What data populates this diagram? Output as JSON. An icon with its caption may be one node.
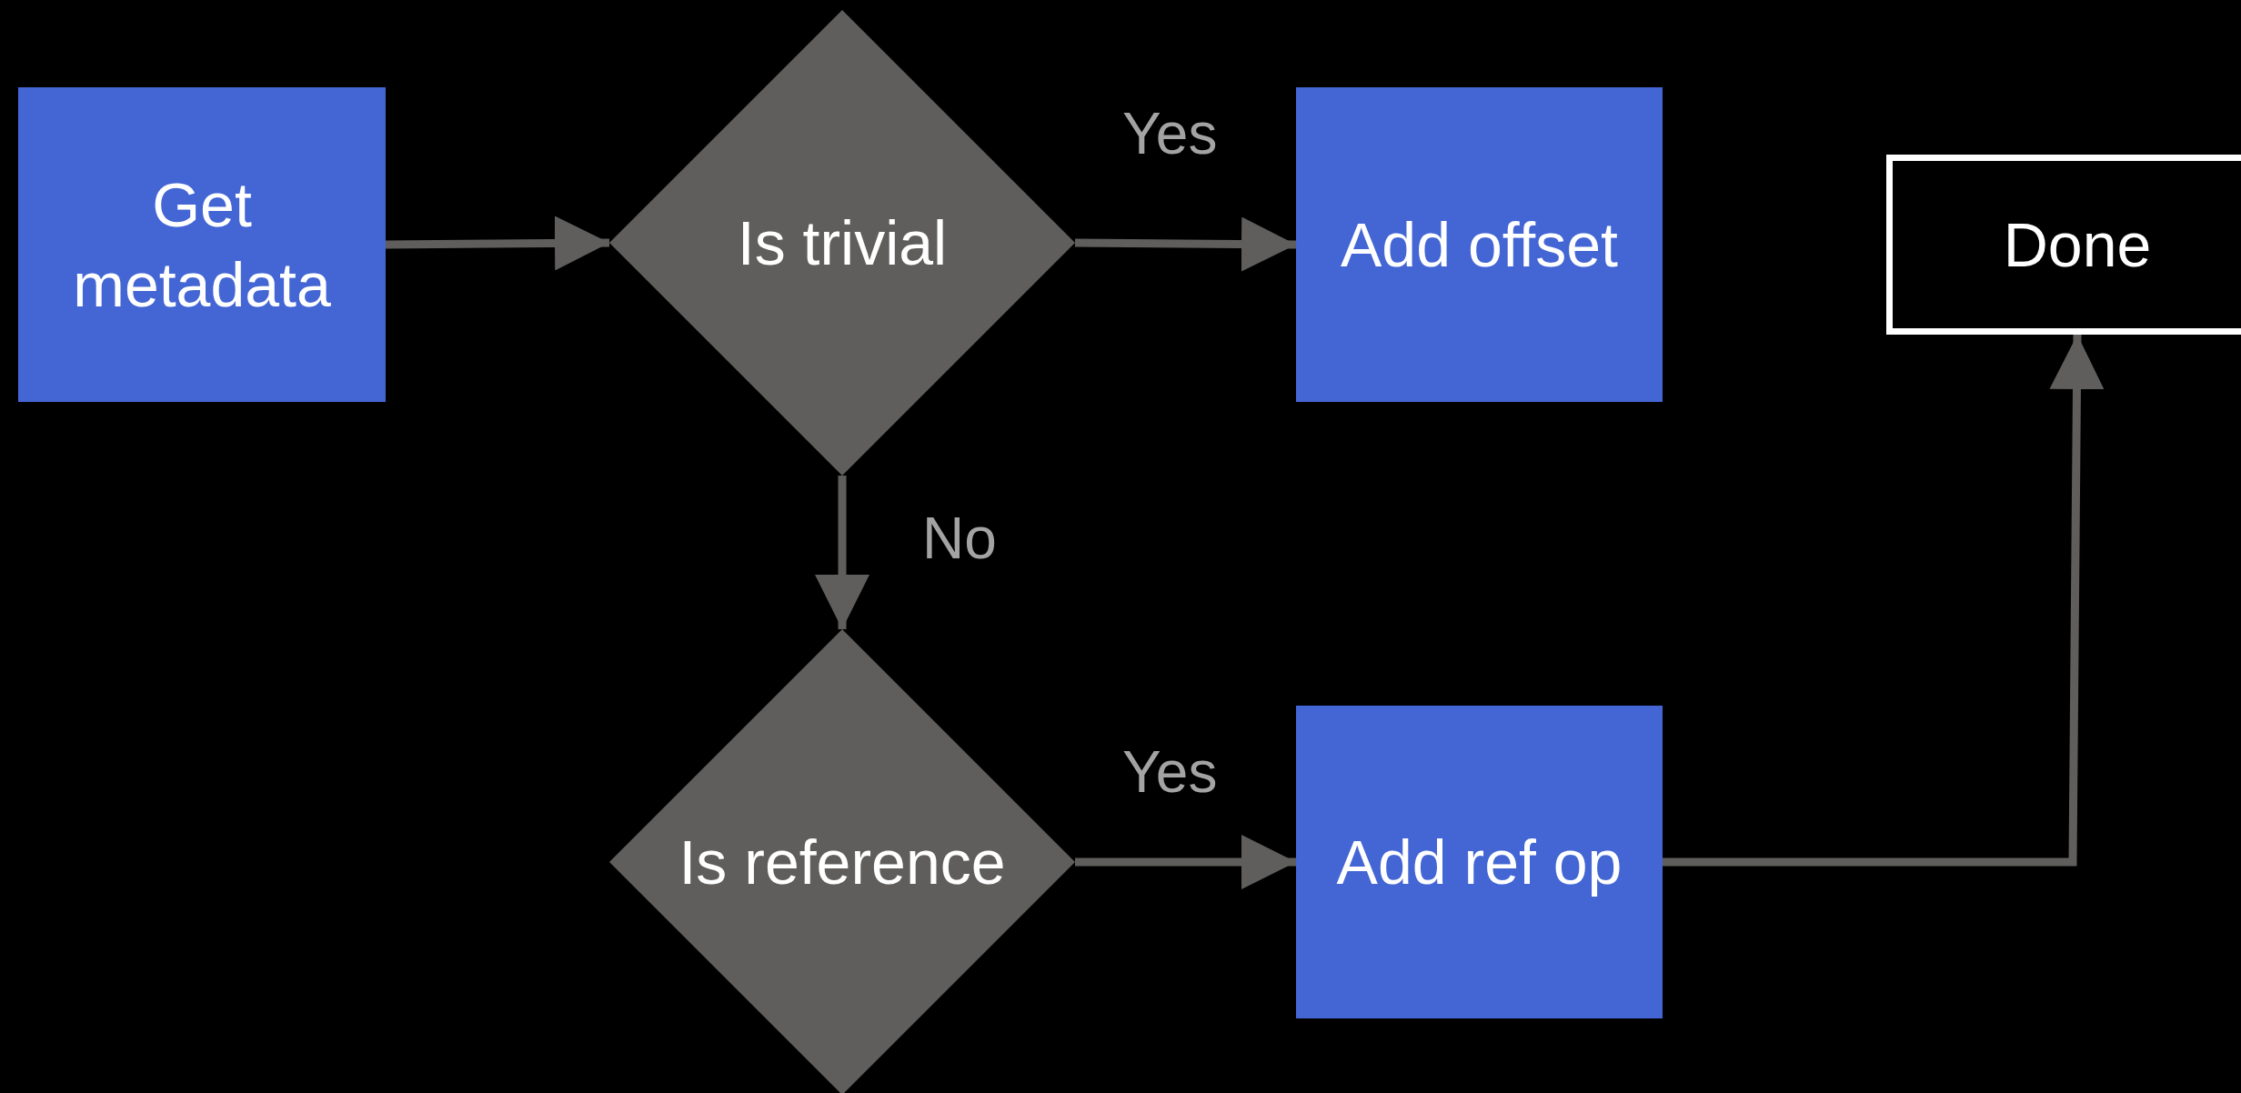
{
  "diagram": {
    "nodes": [
      {
        "text": [
          "Get metadata"
        ]
      },
      {
        "text": [
          "Is trivial"
        ]
      },
      {
        "text": [
          "Add offset"
        ]
      },
      {
        "text": [
          "Done"
        ]
      },
      {
        "text": [
          "Is reference"
        ]
      },
      {
        "text": [
          "Add ref op"
        ]
      }
    ],
    "edges": [
      {
        "from": 0,
        "to": 1,
        "arrow": "to"
      },
      {
        "from": 1,
        "to": 2,
        "arrow": "to",
        "label": "Yes"
      },
      {
        "from": 1,
        "to": 4,
        "arrow": "to",
        "label": "No"
      },
      {
        "from": 4,
        "to": 5,
        "arrow": "to",
        "label": "Yes"
      },
      {
        "from": 5,
        "to": 3,
        "arrow": "to"
      }
    ]
  }
}
